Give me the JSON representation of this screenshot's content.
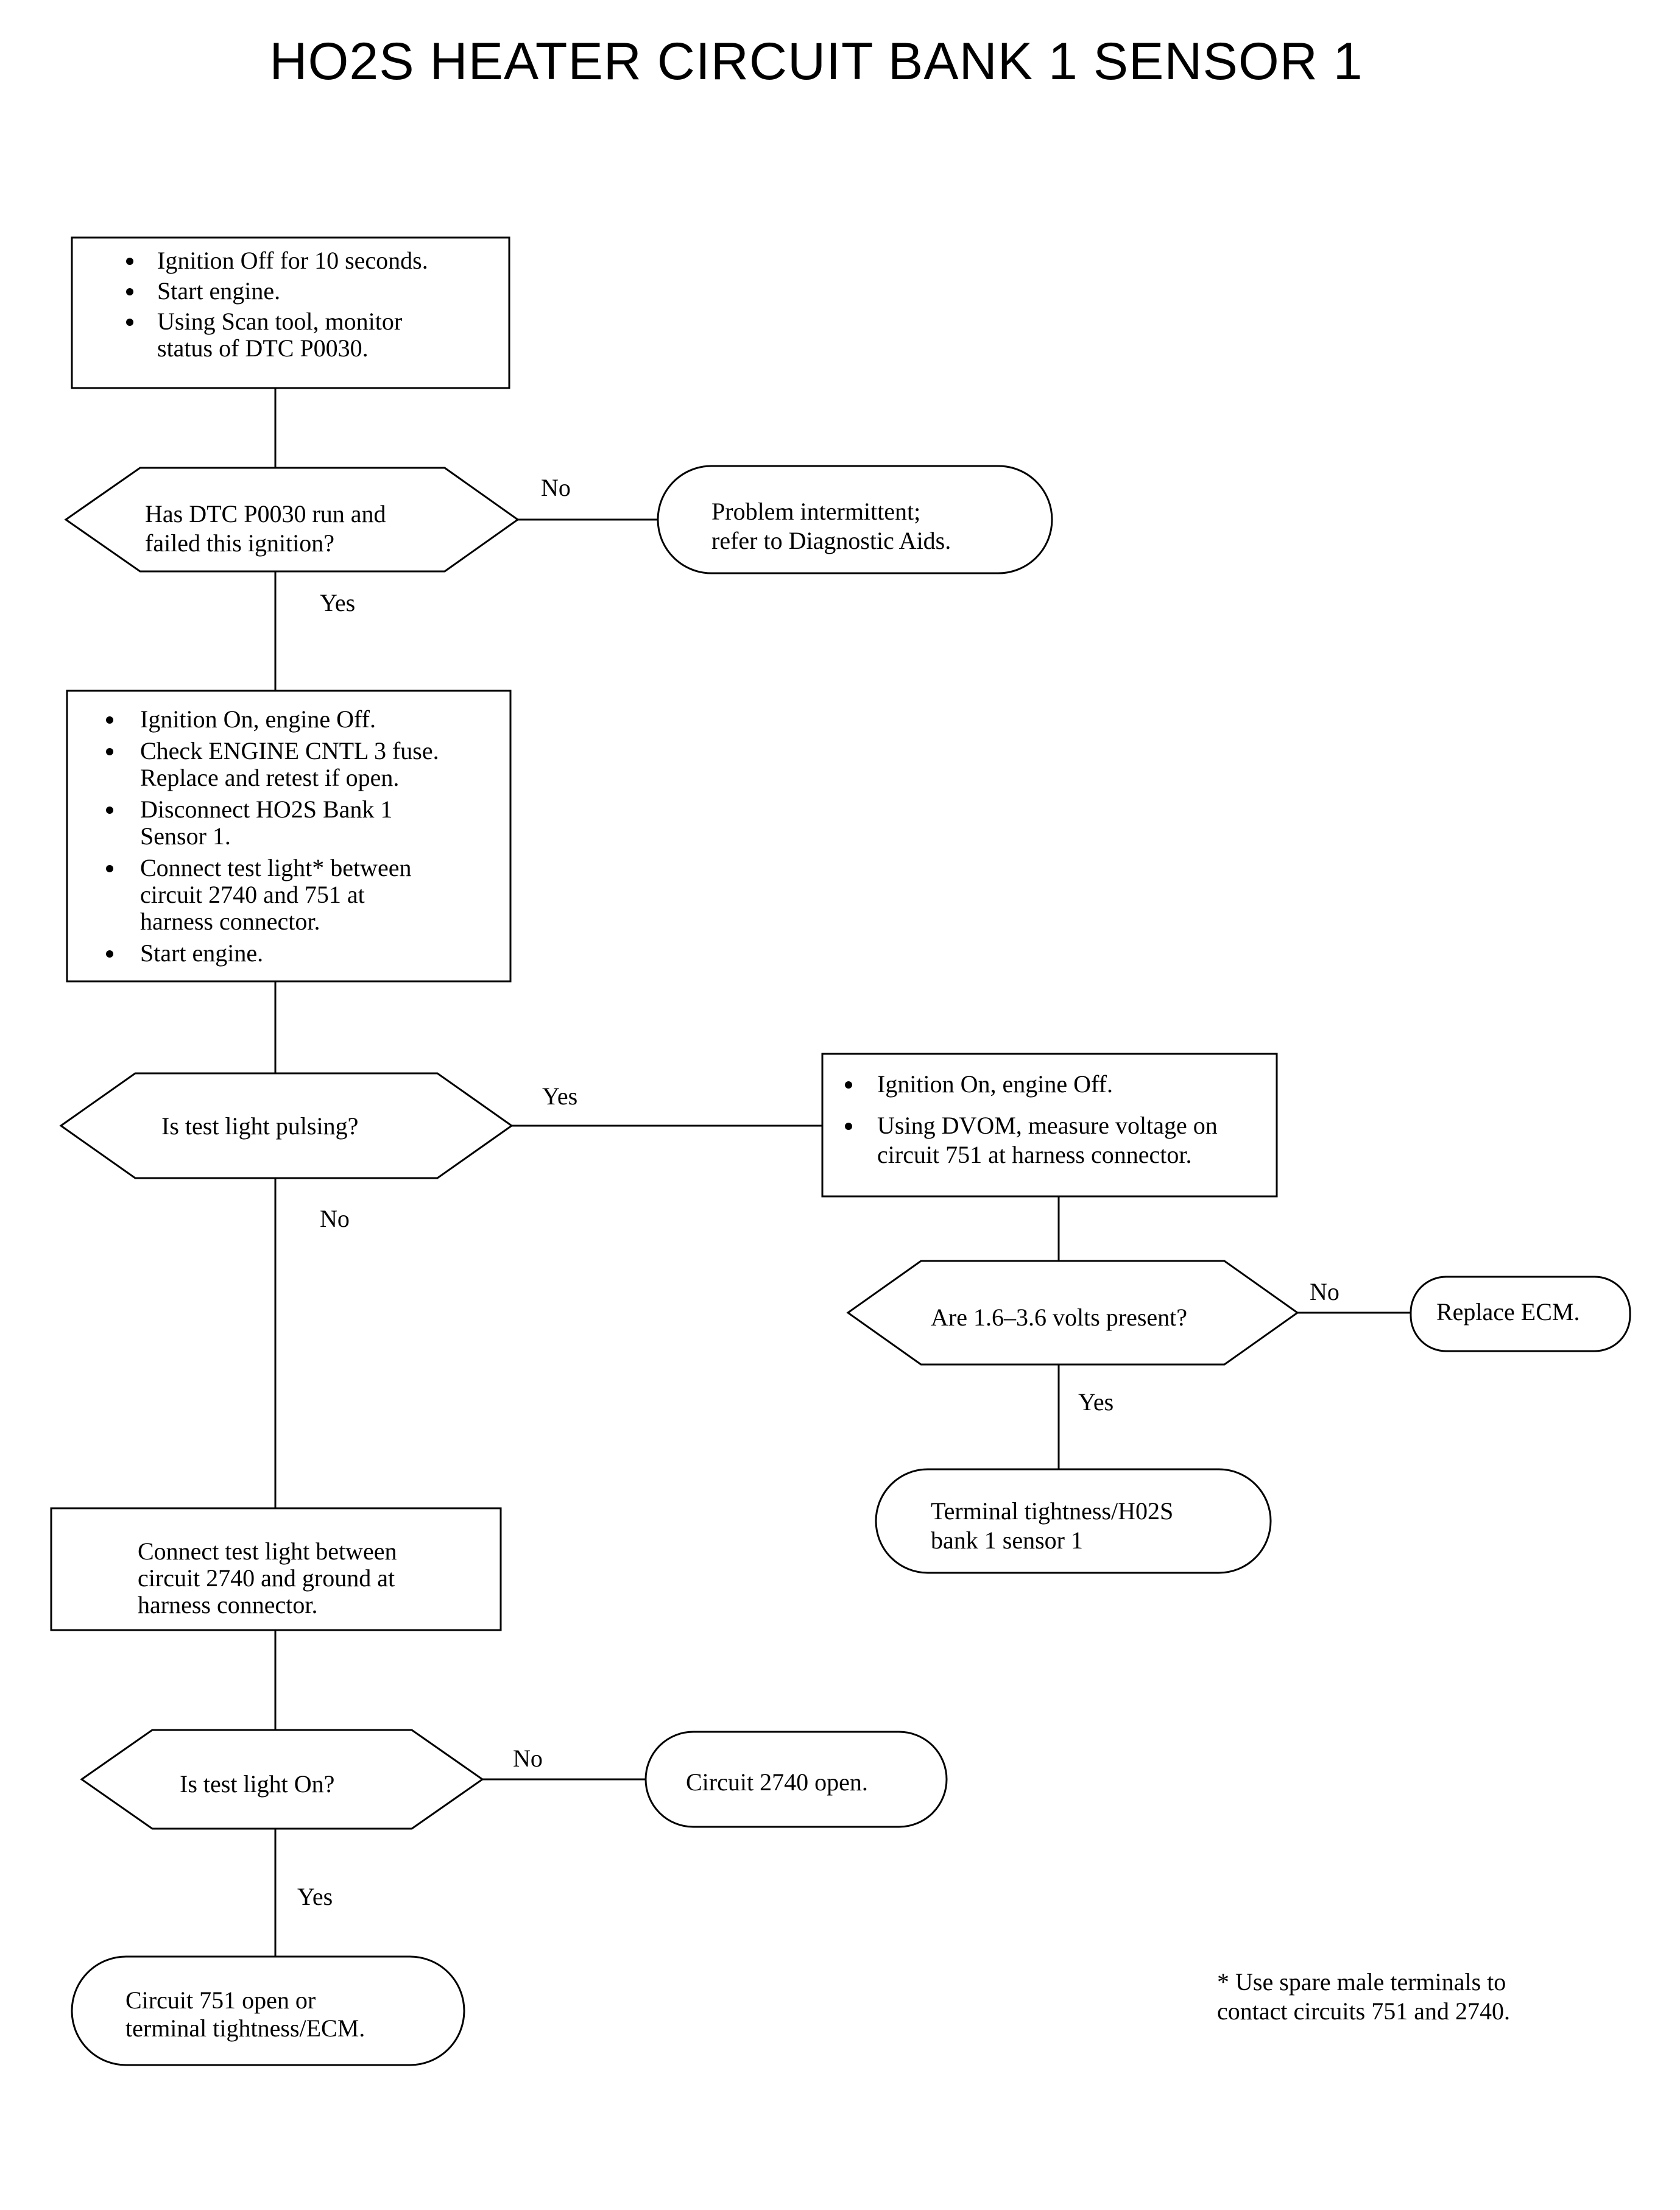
{
  "title": "HO2S HEATER CIRCUIT BANK 1 SENSOR 1",
  "nodes": {
    "step1": {
      "items": [
        [
          "Ignition Off for 10 seconds."
        ],
        [
          "Start engine."
        ],
        [
          "Using Scan tool, monitor",
          "status of DTC P0030."
        ]
      ]
    },
    "dec1": {
      "lines": [
        "Has DTC P0030 run and",
        "failed this ignition?"
      ]
    },
    "term1": {
      "lines": [
        "Problem intermittent;",
        "refer to Diagnostic Aids."
      ]
    },
    "step2": {
      "items": [
        [
          "Ignition On, engine Off."
        ],
        [
          "Check ENGINE CNTL 3 fuse.",
          "Replace and retest if open."
        ],
        [
          "Disconnect HO2S Bank 1",
          "Sensor 1."
        ],
        [
          "Connect test light* between",
          "circuit 2740 and 751 at",
          "harness connector."
        ],
        [
          "Start engine."
        ]
      ]
    },
    "dec2": {
      "lines": [
        "Is test light pulsing?"
      ]
    },
    "step3": {
      "items": [
        [
          "Ignition On, engine Off."
        ],
        [
          "Using DVOM, measure voltage on",
          "circuit 751 at harness connector."
        ]
      ]
    },
    "dec3": {
      "lines": [
        "Are 1.6–3.6 volts present?"
      ]
    },
    "term2": {
      "lines": [
        "Replace ECM."
      ]
    },
    "term3": {
      "lines": [
        "Terminal tightness/H02S",
        "bank 1 sensor 1"
      ]
    },
    "step4": {
      "lines": [
        "Connect test light between",
        "circuit 2740 and ground at",
        "harness connector."
      ]
    },
    "dec4": {
      "lines": [
        "Is test light On?"
      ]
    },
    "term4": {
      "lines": [
        "Circuit 2740 open."
      ]
    },
    "term5": {
      "lines": [
        "Circuit 751 open or",
        "terminal tightness/ECM."
      ]
    }
  },
  "edge_labels": {
    "dec1_no": "No",
    "dec1_yes": "Yes",
    "dec2_yes": "Yes",
    "dec2_no": "No",
    "dec3_no": "No",
    "dec3_yes": "Yes",
    "dec4_no": "No",
    "dec4_yes": "Yes"
  },
  "footnote": {
    "lines": [
      "*  Use spare male terminals to",
      "contact circuits 751 and 2740."
    ]
  }
}
